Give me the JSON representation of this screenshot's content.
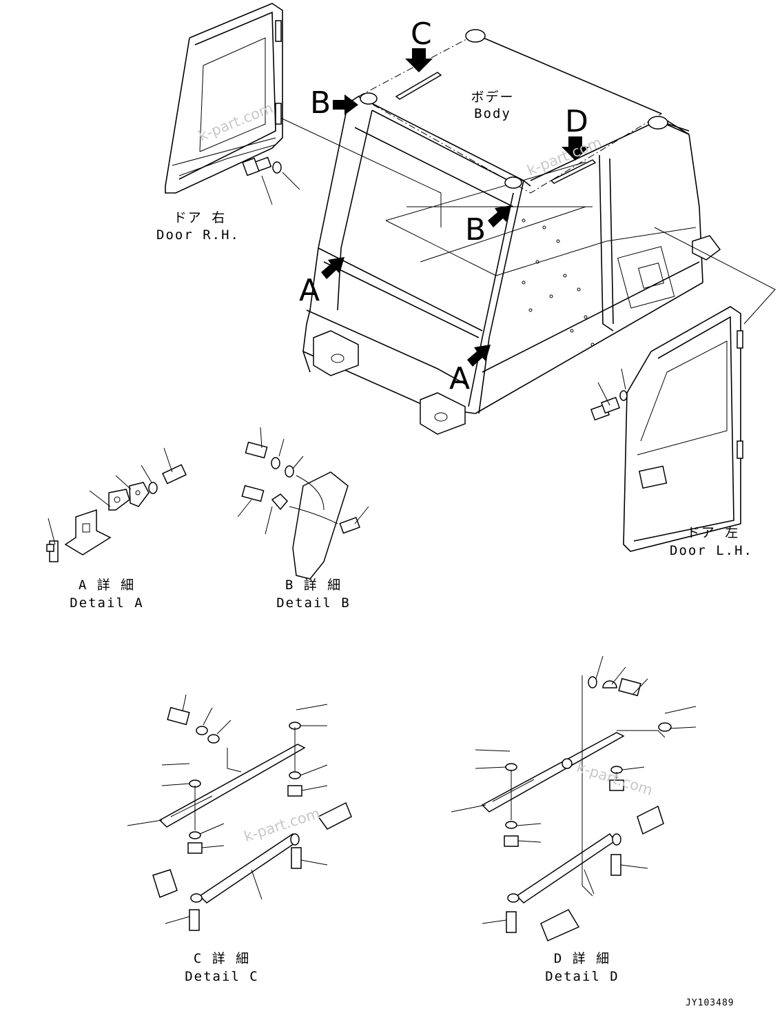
{
  "callouts": {
    "c": "C",
    "d": "D",
    "b1": "B",
    "b2": "B",
    "a1": "A",
    "a2": "A"
  },
  "labels": {
    "body_jp": "ボデー",
    "body_en": "Body",
    "door_rh_jp": "ドア 右",
    "door_rh_en": "Door R.H.",
    "door_lh_jp": "ドア 左",
    "door_lh_en": "Door L.H.",
    "detail_a_jp": "A 詳 細",
    "detail_a_en": "Detail A",
    "detail_b_jp": "B 詳 細",
    "detail_b_en": "Detail B",
    "detail_c_jp": "C 詳 細",
    "detail_c_en": "Detail C",
    "detail_d_jp": "D 詳 細",
    "detail_d_en": "Detail D"
  },
  "watermark": "k-part.com",
  "drawing_code": "JY103489"
}
